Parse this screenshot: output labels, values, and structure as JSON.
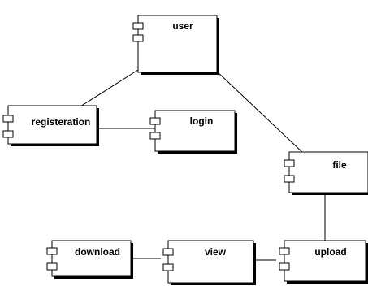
{
  "diagram": {
    "type": "uml-component-diagram",
    "components": [
      {
        "id": "user",
        "label": "user"
      },
      {
        "id": "registeration",
        "label": "registeration"
      },
      {
        "id": "login",
        "label": "login"
      },
      {
        "id": "file",
        "label": "file"
      },
      {
        "id": "download",
        "label": "download"
      },
      {
        "id": "view",
        "label": "view"
      },
      {
        "id": "upload",
        "label": "upload"
      }
    ],
    "connections": [
      {
        "from": "user",
        "to": "registeration"
      },
      {
        "from": "user",
        "to": "file"
      },
      {
        "from": "registeration",
        "to": "login"
      },
      {
        "from": "file",
        "to": "upload"
      },
      {
        "from": "upload",
        "to": "view"
      },
      {
        "from": "view",
        "to": "download"
      }
    ],
    "colors": {
      "stroke": "#000000",
      "fill": "#ffffff",
      "shadow": "#000000"
    }
  }
}
